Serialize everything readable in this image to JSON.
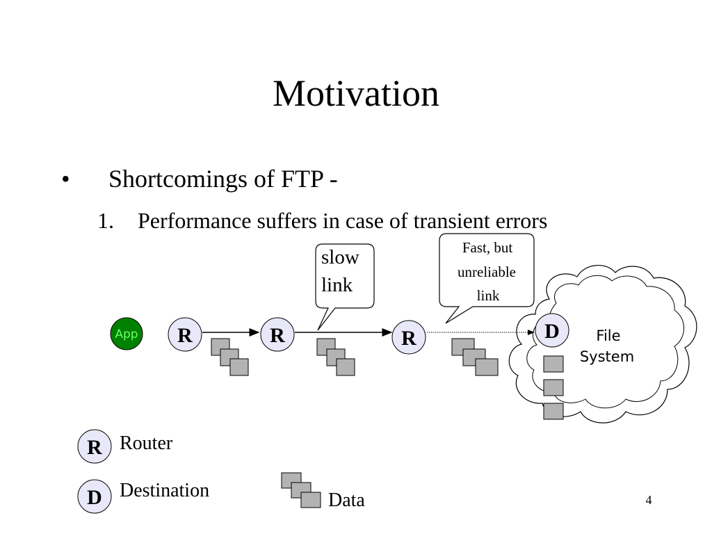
{
  "slide": {
    "title": "Motivation",
    "bullet": {
      "marker": "•",
      "text": "Shortcomings of FTP -"
    },
    "sub_item": {
      "number": "1.",
      "text": "Performance suffers in case of transient errors"
    },
    "page_number": "4"
  },
  "diagram": {
    "app_label": "App",
    "router_label": "R",
    "destination_label": "D",
    "callout_slow": [
      "slow",
      "link"
    ],
    "callout_fast": [
      "Fast, but",
      "unreliable",
      "link"
    ],
    "cloud_label": [
      "File",
      "System"
    ],
    "colors": {
      "app_fill": "#008000",
      "app_text": "#66ff66",
      "node_fill": "#e8e8f8",
      "packet_fill": "#b3b3b3"
    }
  },
  "legend": {
    "router_symbol": "R",
    "router_label": "Router",
    "destination_symbol": "D",
    "destination_label": "Destination",
    "data_label": "Data"
  }
}
